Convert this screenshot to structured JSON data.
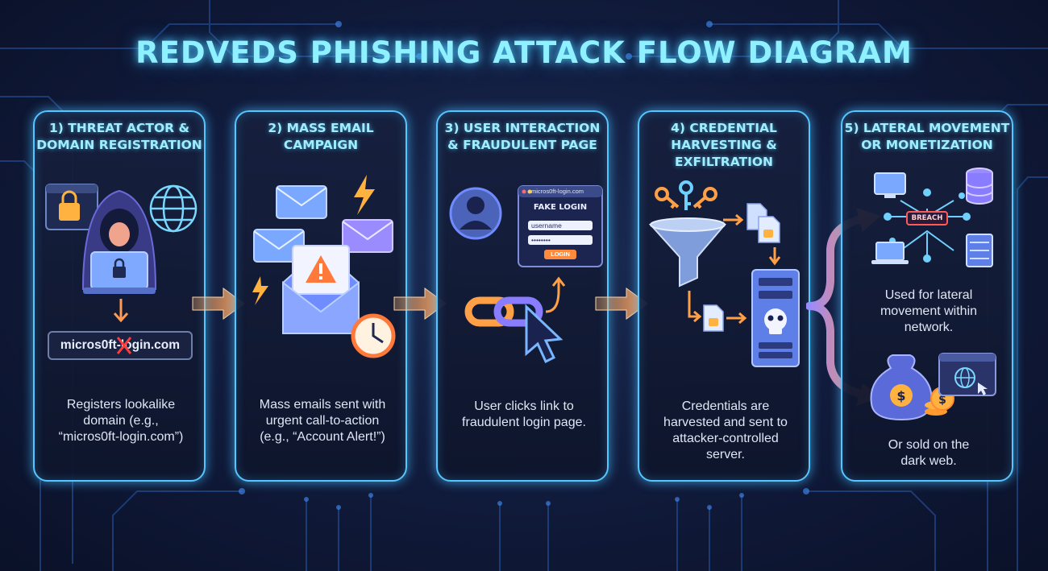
{
  "title": "REDVEDS PHISHING ATTACK FLOW DIAGRAM",
  "steps": [
    {
      "title": "1) THREAT ACTOR &\nDOMAIN REGISTRATION",
      "domain_label": "micros0ft-login.com",
      "description": "Registers lookalike\ndomain (e.g.,\n“micros0ft-login.com”)"
    },
    {
      "title": "2) MASS EMAIL\nCAMPAIGN",
      "description": "Mass emails sent with\nurgent call-to-action\n(e.g., “Account Alert!”)"
    },
    {
      "title": "3) USER INTERACTION\n& FRAUDULENT PAGE",
      "fake_page": {
        "url": "micros0ft-login.com",
        "heading": "FAKE LOGIN",
        "username": "username",
        "password": "••••••••",
        "button": "LOGIN"
      },
      "description": "User clicks link to\nfraudulent login page."
    },
    {
      "title": "4) CREDENTIAL\nHARVESTING &\nEXFILTRATION",
      "description": "Credentials are\nharvested and sent to\nattacker-controlled\nserver."
    },
    {
      "title": "5) LATERAL MOVEMENT\nOR MONETIZATION",
      "breach_label": "BREACH",
      "lateral_text": "Used for lateral\nmovement within\nnetwork.",
      "monetize_text": "Or sold on the\ndark web."
    }
  ],
  "colors": {
    "panel_border": "#57c6ff",
    "title_glow": "#8ff0ff",
    "arrow": "#ff9a55",
    "accent_purple": "#8a7cff",
    "accent_yellow": "#ffb23f"
  }
}
